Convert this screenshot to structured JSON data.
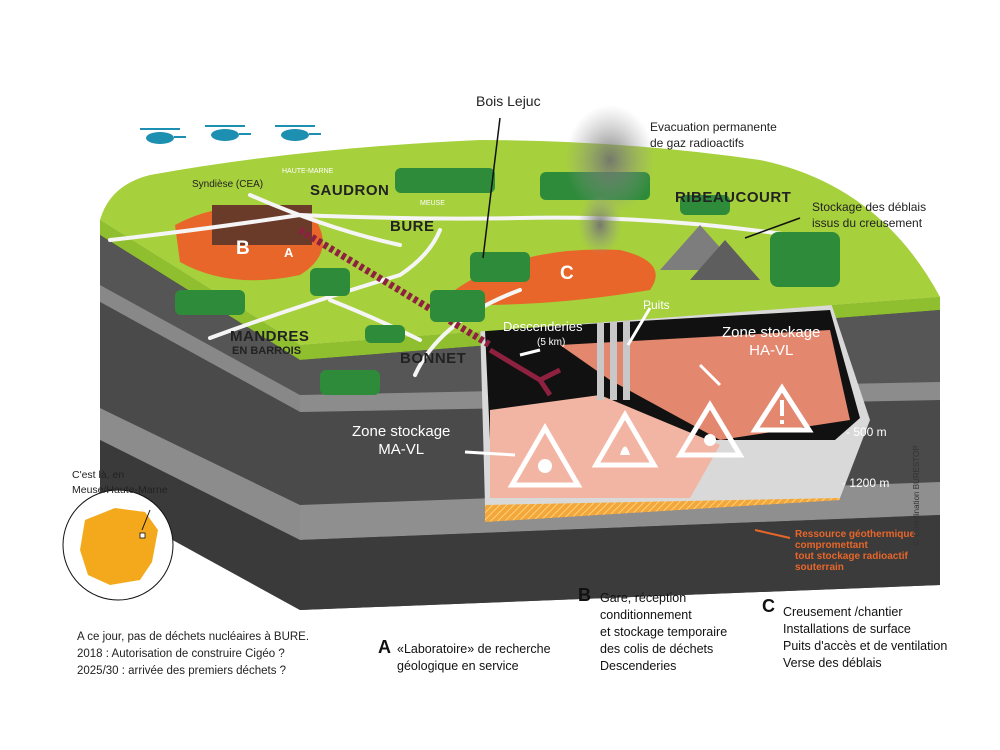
{
  "towns": {
    "saudron": "SAUDRON",
    "bure": "BURE",
    "ribeaucourt": "RIBEAUCOURT",
    "mandres": "MANDRES",
    "mandres_sub": "EN BARROIS",
    "bonnet": "BONNET"
  },
  "labels": {
    "bois_lejuc": "Bois Lejuc",
    "syndiese": "Syndièse (CEA)",
    "haute_marne_road": "HAUTE-MARNE",
    "meuse_road": "MEUSE",
    "evacuation": "Evacuation permanente\nde gaz radioactifs",
    "stockage_deblais": "Stockage des déblais\nissus du creusement",
    "puits": "Puits",
    "descenderies": "Descenderies",
    "descenderies_km": "(5 km)",
    "zone_havl": "Zone stockage\nHA-VL",
    "zone_mavl": "Zone stockage\nMA-VL",
    "depth_500": "- 500 m",
    "depth_1200": "- 1200 m",
    "geothermal": "Ressource géothermique\ncompromettant\ntout stockage radioactif\nsouterrain",
    "credit": "© Coordination BURESTOP",
    "map_caption": "C'est là, en\nMeuse/Haute-Marne",
    "zone_a": "A",
    "zone_b": "B",
    "zone_c": "C"
  },
  "notes": [
    "A ce jour, pas de déchets nucléaires à BURE.",
    "2018 : Autorisation de construire Cigéo ?",
    "2025/30 : arrivée des premiers déchets ?"
  ],
  "legend": {
    "a": {
      "letter": "A",
      "text": "«Laboratoire» de recherche\ngéologique en service"
    },
    "b": {
      "letter": "B",
      "text": "Gare, réception\nconditionnement\net stockage temporaire\ndes colis de déchets\nDescenderies"
    },
    "c": {
      "letter": "C",
      "text": "Creusement /chantier\nInstallations de surface\nPuits d'accès et de ventilation\nVerse des déblais"
    }
  },
  "colors": {
    "grass": "#a6d03c",
    "dark_layer": "#4a4a4a",
    "gray_layer": "#8c8c8c",
    "orange": "#e8662a",
    "tree": "#2e8b3a",
    "teal": "#1d8fb0",
    "gallery": "#e3876f",
    "map": "#f4a91c"
  }
}
